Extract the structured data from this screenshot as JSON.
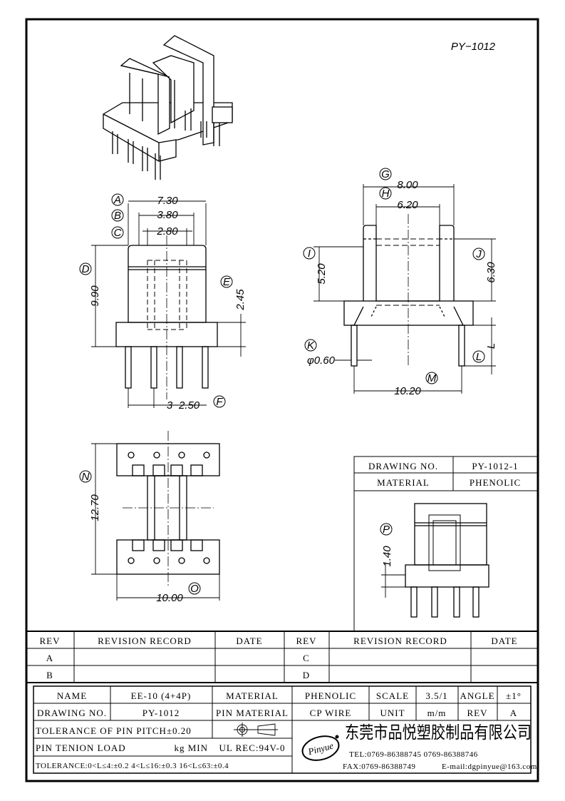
{
  "drawing_title": "PY−1012",
  "dimensions": {
    "A": {
      "label": "A",
      "value": "7.30"
    },
    "B": {
      "label": "B",
      "value": "3.80"
    },
    "C": {
      "label": "C",
      "value": "2.80"
    },
    "D": {
      "label": "D",
      "value": "9.90"
    },
    "E": {
      "label": "E",
      "value": "2.45"
    },
    "F": {
      "label": "F",
      "value": "3−2.50"
    },
    "G": {
      "label": "G",
      "value": "8.00"
    },
    "H": {
      "label": "H",
      "value": "6.20"
    },
    "I": {
      "label": "I",
      "value": "5.20"
    },
    "J": {
      "label": "J",
      "value": "6.30"
    },
    "K": {
      "label": "K",
      "value": "φ0.60"
    },
    "L": {
      "label": "L",
      "value": "L"
    },
    "M": {
      "label": "M",
      "value": "10.20"
    },
    "N": {
      "label": "N",
      "value": "12.70"
    },
    "O": {
      "label": "O",
      "value": "10.00"
    },
    "P": {
      "label": "P",
      "value": "1.40"
    }
  },
  "info_box": {
    "drawing_no_label": "DRAWING NO.",
    "drawing_no_value": "PY-1012-1",
    "material_label": "MATERIAL",
    "material_value": "PHENOLIC"
  },
  "revision_table": {
    "rev_header": "REV",
    "record_header": "REVISION RECORD",
    "date_header": "DATE",
    "rows_left": [
      "A",
      "B"
    ],
    "rows_right": [
      "C",
      "D"
    ]
  },
  "title_block": {
    "name_label": "NAME",
    "name_value": "EE-10 (4+4P)",
    "material_label": "MATERIAL",
    "material_value": "PHENOLIC",
    "scale_label": "SCALE",
    "scale_value": "3.5/1",
    "angle_label": "ANGLE",
    "angle_value": "±1°",
    "drawing_no_label": "DRAWING NO.",
    "drawing_no_value": "PY-1012",
    "pin_material_label": "PIN MATERIAL",
    "pin_material_value": "CP WIRE",
    "unit_label": "UNIT",
    "unit_value": "m/m",
    "rev_label": "REV",
    "rev_value": "A",
    "tolerance_pitch": "TOLERANCE OF PIN PITCH±0.20",
    "pin_tension": "PIN TENION LOAD",
    "pin_tension_value": "kg MIN",
    "ul": "UL REC:94V-0",
    "tolerance_line": "TOLERANCE:0<L≤4:±0.2  4<L≤16:±0.3  16<L≤63:±0.4",
    "company_cn": "东莞市品悦塑胶制品有限公司",
    "tel": "TEL:0769-86388745   0769-86388746",
    "fax": "FAX:0769-86388749",
    "email": "E-mail:dgpinyue@163.com",
    "logo_text": "Pinyue"
  }
}
